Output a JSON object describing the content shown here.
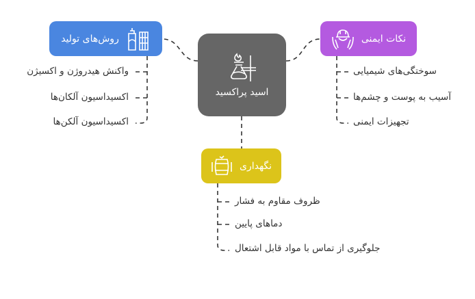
{
  "center": {
    "label": "اسید پراکسید",
    "icon": "flask-burner-icon",
    "color": "#666666"
  },
  "branches": {
    "production": {
      "label": "روش‌های تولید",
      "icon": "factory-icon",
      "color": "#4a86e0",
      "items": [
        "واکنش هیدروژن و اکسیژن",
        "اکسیداسیون آلکان‌ها",
        "اکسیداسیون آلکن‌ها"
      ]
    },
    "safety": {
      "label": "نکات ایمنی",
      "icon": "hardhat-hands-icon",
      "color": "#b45ae0",
      "items": [
        "سوختگی‌های شیمیایی",
        "آسیب به پوست و چشم‌ها",
        "تجهیزات ایمنی"
      ]
    },
    "storage": {
      "label": "نگهداری",
      "icon": "barrel-icon",
      "color": "#dcc41a",
      "items": [
        "ظروف مقاوم به فشار",
        "دماهای پایین",
        "جلوگیری از تماس با مواد قابل اشتعال"
      ]
    }
  }
}
